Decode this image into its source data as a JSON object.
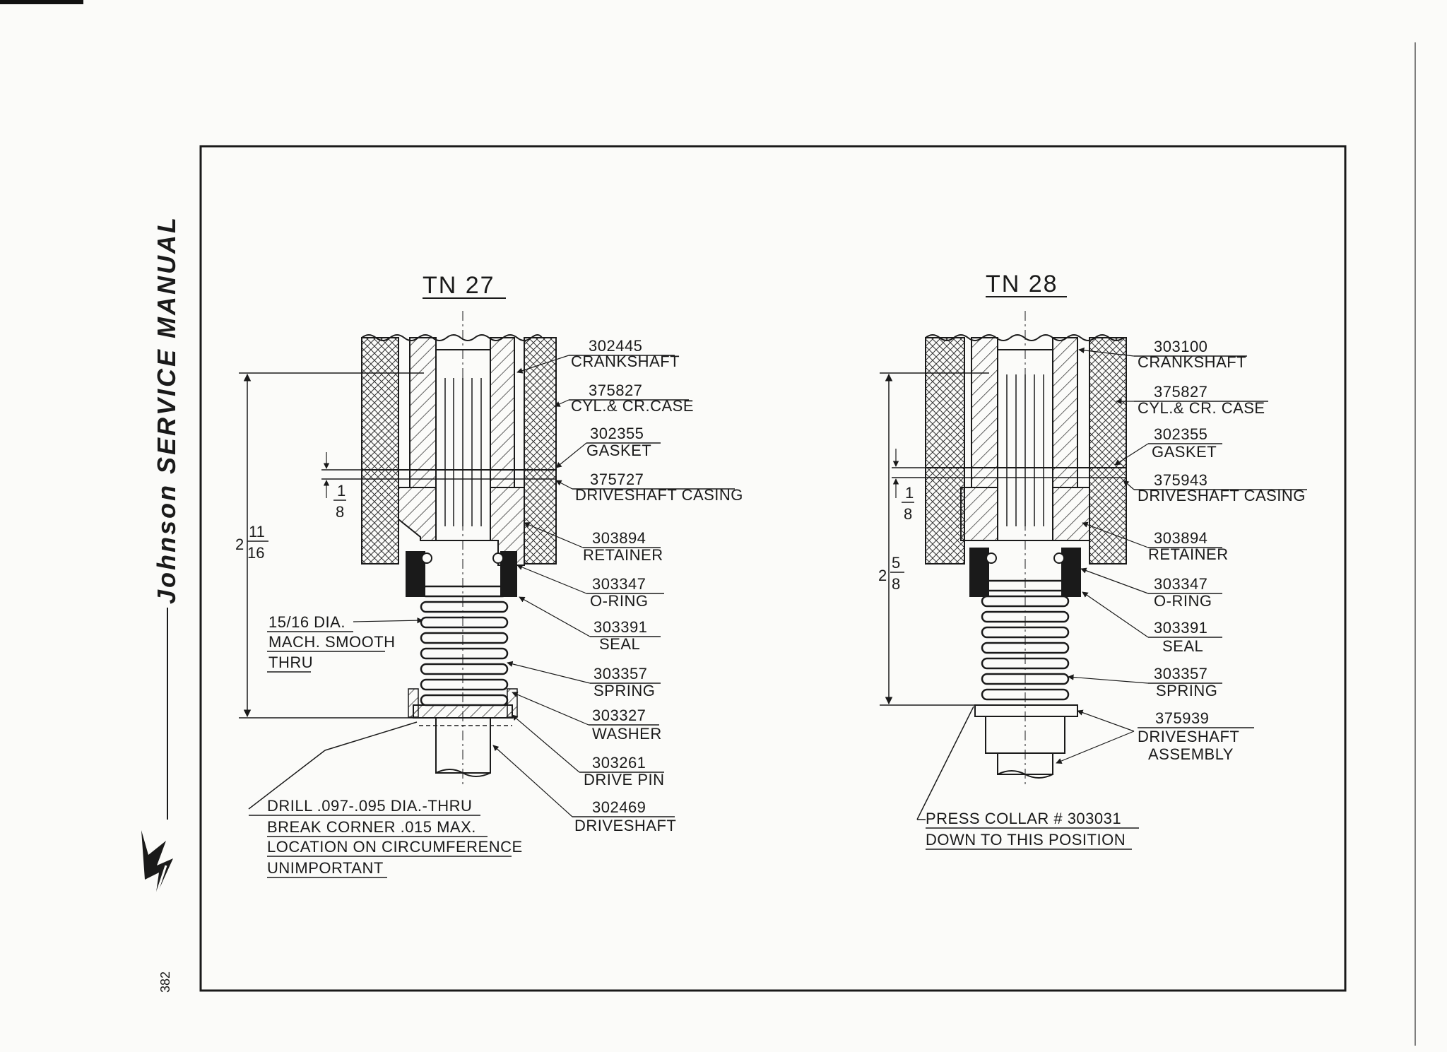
{
  "page": {
    "side_title": "Johnson SERVICE MANUAL",
    "page_number": "382"
  },
  "tn27": {
    "title": "TN 27",
    "callouts": [
      {
        "part": "302445",
        "name": "CRANKSHAFT"
      },
      {
        "part": "375827",
        "name": "CYL.& CR.CASE"
      },
      {
        "part": "302355",
        "name": "GASKET"
      },
      {
        "part": "375727",
        "name": "DRIVESHAFT CASING"
      },
      {
        "part": "303894",
        "name": "RETAINER"
      },
      {
        "part": "303347",
        "name": "O-RING"
      },
      {
        "part": "303391",
        "name": "SEAL"
      },
      {
        "part": "303357",
        "name": "SPRING"
      },
      {
        "part": "303327",
        "name": "WASHER"
      },
      {
        "part": "303261",
        "name": "DRIVE PIN"
      },
      {
        "part": "302469",
        "name": "DRIVESHAFT"
      }
    ],
    "dim_total_whole": "2",
    "dim_total_num": "11",
    "dim_total_den": "16",
    "dim_small_num": "1",
    "dim_small_den": "8",
    "note_dia": [
      "15/16 DIA.",
      "MACH. SMOOTH",
      "THRU"
    ],
    "note_drill": [
      "DRILL .097-.095 DIA.-THRU",
      "BREAK CORNER .015 MAX.",
      "LOCATION ON CIRCUMFERENCE",
      "UNIMPORTANT"
    ]
  },
  "tn28": {
    "title": "TN 28",
    "callouts": [
      {
        "part": "303100",
        "name": "CRANKSHAFT"
      },
      {
        "part": "375827",
        "name": "CYL.& CR. CASE"
      },
      {
        "part": "302355",
        "name": "GASKET"
      },
      {
        "part": "375943",
        "name": "DRIVESHAFT CASING"
      },
      {
        "part": "303894",
        "name": "RETAINER"
      },
      {
        "part": "303347",
        "name": "O-RING"
      },
      {
        "part": "303391",
        "name": "SEAL"
      },
      {
        "part": "303357",
        "name": "SPRING"
      },
      {
        "part": "375939",
        "name": "DRIVESHAFT"
      }
    ],
    "assembly_word": "ASSEMBLY",
    "dim_total_whole": "2",
    "dim_total_num": "5",
    "dim_total_den": "8",
    "dim_small_num": "1",
    "dim_small_den": "8",
    "note_press": [
      "PRESS COLLAR # 303031",
      "DOWN TO THIS POSITION"
    ]
  }
}
